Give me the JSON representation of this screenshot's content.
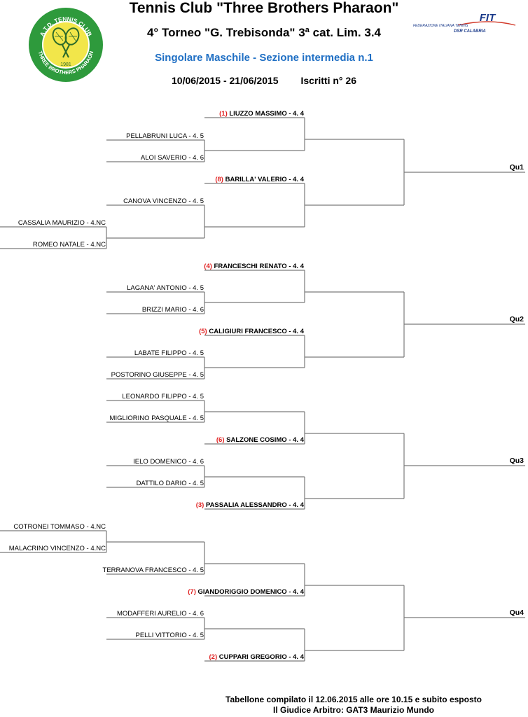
{
  "header": {
    "club_name": "Tennis Club \"Three Brothers Pharaon\"",
    "tournament": "4° Torneo \"G. Trebisonda\" 3ª cat. Lim. 3.4",
    "section": "Singolare Maschile - Sezione intermedia n.1",
    "dates": "10/06/2015 - 21/06/2015",
    "entries": "Iscritti n° 26"
  },
  "logo": {
    "top_text": "A.T.D. TENNIS CLUB",
    "bottom_text": "THREE BROTHERS PHARAON",
    "year": "1981",
    "colors": {
      "outer": "#2e9a3c",
      "inner": "#f2e64a",
      "racket": "#2a6a2a"
    }
  },
  "fit_logo": {
    "mark": "FIT",
    "line1": "FEDERAZIONE ITALIANA TENNIS",
    "line2": "DSR CALABRIA",
    "colors": {
      "mark": "#1a3a8a",
      "swoosh": "#d23a2a"
    }
  },
  "colors": {
    "seed": "#e02020",
    "section": "#1f6fc4",
    "line": "#7a7a7a"
  },
  "blocks": [
    {
      "qualifier": "Qu1",
      "lines": [
        {
          "seed": "(1)",
          "name": "LIUZZO MASSIMO - 4. 4"
        },
        {
          "name": "PELLABRUNI LUCA - 4. 5"
        },
        {
          "name": "ALOI SAVERIO - 4. 6"
        },
        {
          "seed": "(8)",
          "name": "BARILLA' VALERIO - 4. 4"
        },
        {
          "name": "CANOVA VINCENZO - 4. 5"
        },
        {
          "name": "CASSALIA MAURIZIO - 4.NC"
        },
        {
          "name": "ROMEO NATALE - 4.NC"
        }
      ]
    },
    {
      "qualifier": "Qu2",
      "lines": [
        {
          "seed": "(4)",
          "name": "FRANCESCHI RENATO - 4. 4"
        },
        {
          "name": "LAGANA' ANTONIO - 4. 5"
        },
        {
          "name": "BRIZZI MARIO - 4. 6"
        },
        {
          "seed": "(5)",
          "name": "CALIGIURI FRANCESCO - 4. 4"
        },
        {
          "name": "LABATE FILIPPO - 4. 5"
        },
        {
          "name": "POSTORINO GIUSEPPE - 4. 5"
        }
      ]
    },
    {
      "qualifier": "Qu3",
      "lines": [
        {
          "name": "LEONARDO FILIPPO - 4. 5"
        },
        {
          "name": "MIGLIORINO PASQUALE - 4. 5"
        },
        {
          "seed": "(6)",
          "name": "SALZONE COSIMO - 4. 4"
        },
        {
          "name": "IELO DOMENICO - 4. 6"
        },
        {
          "name": "DATTILO DARIO - 4. 5"
        },
        {
          "seed": "(3)",
          "name": "PASSALIA ALESSANDRO - 4. 4"
        }
      ]
    },
    {
      "qualifier": "Qu4",
      "lines": [
        {
          "name": "COTRONEI TOMMASO - 4.NC"
        },
        {
          "name": "MALACRINO VINCENZO - 4.NC"
        },
        {
          "name": "TERRANOVA FRANCESCO - 4. 5"
        },
        {
          "seed": "(7)",
          "name": "GIANDORIGGIO DOMENICO - 4. 4"
        },
        {
          "name": "MODAFFERI AURELIO - 4. 6"
        },
        {
          "name": "PELLI VITTORIO - 4. 5"
        },
        {
          "seed": "(2)",
          "name": "CUPPARI GREGORIO - 4. 4"
        }
      ]
    }
  ],
  "footer": {
    "line1": "Tabellone compilato il 12.06.2015 alle ore 10.15 e subito esposto",
    "line2": "Il Giudice Arbitro: GAT3 Maurizio Mundo"
  }
}
